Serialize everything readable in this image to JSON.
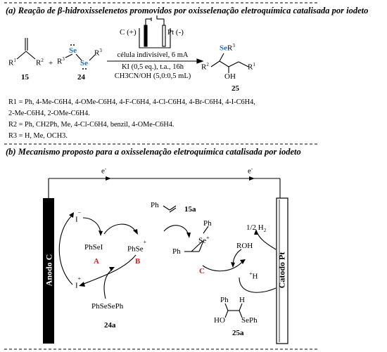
{
  "section_a": {
    "title": "(a) Reação de β-hidroxisselenetos promovidos por oxisselenação eletroquímica catalisada por iodeto",
    "reactant1": {
      "r1": "R",
      "r1_sup": "1",
      "r2": "R",
      "r2_sup": "2",
      "number": "15"
    },
    "plus": "+",
    "reactant2": {
      "r3_left": "R",
      "r3_left_sup": "3",
      "se1": "Se",
      "se2": "Se",
      "r3_right": "R",
      "r3_right_sup": "3",
      "number": "24"
    },
    "cell": {
      "anode": "C (+)",
      "cathode": "Pt (-)"
    },
    "conditions": {
      "line1": "célula indivisível, 6 mA",
      "line2": "KI (0,5 eq.), t.a., 16h",
      "line3": "CH3CN/OH (5,0:0,5 mL)"
    },
    "product": {
      "se": "Se",
      "r3": "R",
      "r3_sup": "3",
      "r2": "R",
      "r2_sup": "2",
      "r1": "R",
      "r1_sup": "1",
      "oh": "OH",
      "number": "25"
    },
    "substituents": {
      "r1_line": "R1 = Ph, 4-Me-C6H4, 4-OMe-C6H4, 4-F-C6H4, 4-Cl-C6H4, 4-Br-C6H4, 4-I-C6H4,",
      "r1_line2": "2-Me-C6H4, 2-OMe-C6H4.",
      "r2_line": "R2 = Ph, CH2Ph, Me, 4-Cl-C6H4, benzil, 4-OMe-C6H4.",
      "r3_line": "R3 = H, Me, OCH3."
    }
  },
  "section_b": {
    "title": "(b) Mecanismo proposto para a oxisselenação eletroquímica catalisada por iodeto",
    "electron_left": "e",
    "electron_right": "e",
    "electron_sup": "-",
    "anode_label": "Anodo C",
    "cathode_label": "Catodo Pt",
    "iodide_top": "I",
    "iodide_top_charge": "−",
    "iodonium_bottom": "I",
    "iodonium_bottom_charge": "+",
    "phsei": "PhSeI",
    "phse_plus": "PhSe",
    "phse_plus_charge": "+",
    "label_a": "A",
    "label_b": "B",
    "label_c": "C",
    "styrene_ph": "Ph",
    "styrene_number": "15a",
    "seleniranium": {
      "ph_top": "Ph",
      "se": "Se",
      "charge": "+",
      "ph_left": "Ph"
    },
    "roh": "ROH",
    "half_h2": "1/2 H",
    "half_h2_sub": "2",
    "h_plus": "H",
    "h_plus_charge": "+",
    "diselenide": "PhSeSePh",
    "diselenide_number": "24a",
    "product": {
      "ph": "Ph",
      "h": "H",
      "ho": "HO",
      "seph": "SePh",
      "number": "25a"
    }
  }
}
